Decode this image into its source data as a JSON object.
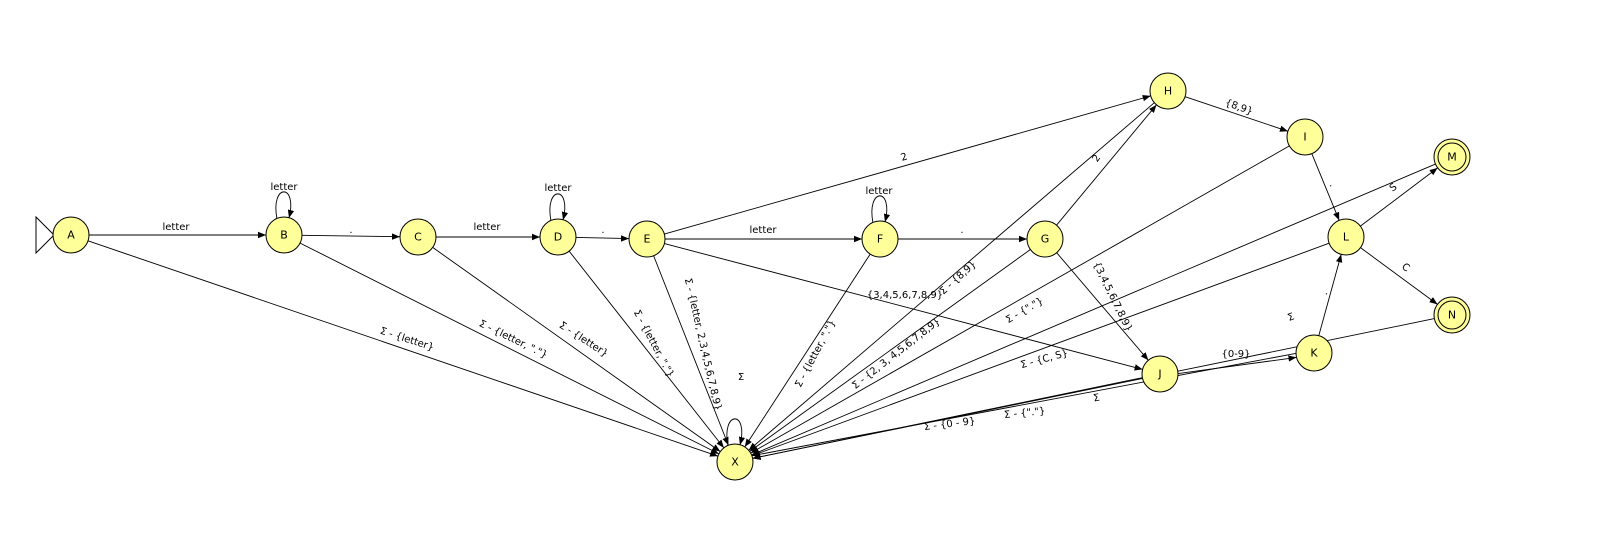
{
  "diagram": {
    "colors": {
      "state_fill": "#ffff99",
      "stroke": "#000000",
      "background": "#ffffff"
    },
    "start_state": "A",
    "final_states": [
      "M",
      "N"
    ],
    "states": [
      "A",
      "B",
      "C",
      "D",
      "E",
      "F",
      "G",
      "H",
      "I",
      "J",
      "K",
      "L",
      "M",
      "N",
      "X"
    ],
    "transitions": [
      {
        "id": "A-B",
        "from": "A",
        "to": "B",
        "label": "letter"
      },
      {
        "id": "B-B",
        "from": "B",
        "to": "B",
        "label": "letter"
      },
      {
        "id": "B-C",
        "from": "B",
        "to": "C",
        "label": "."
      },
      {
        "id": "C-D",
        "from": "C",
        "to": "D",
        "label": "letter"
      },
      {
        "id": "D-D",
        "from": "D",
        "to": "D",
        "label": "letter"
      },
      {
        "id": "D-E",
        "from": "D",
        "to": "E",
        "label": "."
      },
      {
        "id": "E-F",
        "from": "E",
        "to": "F",
        "label": "letter"
      },
      {
        "id": "F-F",
        "from": "F",
        "to": "F",
        "label": "letter"
      },
      {
        "id": "F-G",
        "from": "F",
        "to": "G",
        "label": "."
      },
      {
        "id": "E-H",
        "from": "E",
        "to": "H",
        "label": "2"
      },
      {
        "id": "G-H",
        "from": "G",
        "to": "H",
        "label": "2"
      },
      {
        "id": "H-I",
        "from": "H",
        "to": "I",
        "label": "{8,9}"
      },
      {
        "id": "I-L",
        "from": "I",
        "to": "L",
        "label": "."
      },
      {
        "id": "L-M",
        "from": "L",
        "to": "M",
        "label": "S"
      },
      {
        "id": "L-N",
        "from": "L",
        "to": "N",
        "label": "C"
      },
      {
        "id": "E-J",
        "from": "E",
        "to": "J",
        "label": "{3,4,5,6,7,8,9}"
      },
      {
        "id": "G-J",
        "from": "G",
        "to": "J",
        "label": "{3,4,5,6,7,8,9}"
      },
      {
        "id": "J-K",
        "from": "J",
        "to": "K",
        "label": "{0-9}"
      },
      {
        "id": "K-L",
        "from": "K",
        "to": "L",
        "label": "."
      },
      {
        "id": "X-X",
        "from": "X",
        "to": "X",
        "label": "Σ"
      },
      {
        "id": "A-X",
        "from": "A",
        "to": "X",
        "label": "Σ - {letter}"
      },
      {
        "id": "B-X",
        "from": "B",
        "to": "X",
        "label": "Σ - {letter, \".\"}"
      },
      {
        "id": "C-X",
        "from": "C",
        "to": "X",
        "label": "Σ - {letter}"
      },
      {
        "id": "D-X",
        "from": "D",
        "to": "X",
        "label": "Σ - {letter, \".\"}"
      },
      {
        "id": "E-X",
        "from": "E",
        "to": "X",
        "label": "Σ - {letter, 2,3,4,5,6,7,8,9}"
      },
      {
        "id": "F-X",
        "from": "F",
        "to": "X",
        "label": "Σ - {letter, \".\"}"
      },
      {
        "id": "H-X",
        "from": "H",
        "to": "X",
        "label": "Σ - {8,9}"
      },
      {
        "id": "G-X",
        "from": "G",
        "to": "X",
        "label": "Σ - {2, 3, 4,5,6,7,8,9}"
      },
      {
        "id": "I-X",
        "from": "I",
        "to": "X",
        "label": "Σ - {\".\"}"
      },
      {
        "id": "L-X",
        "from": "L",
        "to": "X",
        "label": "Σ - {C, S}"
      },
      {
        "id": "J-X",
        "from": "J",
        "to": "X",
        "label": "Σ - {0 - 9}"
      },
      {
        "id": "K-X",
        "from": "K",
        "to": "X",
        "label": "Σ - {\".\"}"
      },
      {
        "id": "M-X",
        "from": "M",
        "to": "X",
        "label": "Σ"
      },
      {
        "id": "N-X",
        "from": "N",
        "to": "X",
        "label": "Σ"
      }
    ]
  }
}
